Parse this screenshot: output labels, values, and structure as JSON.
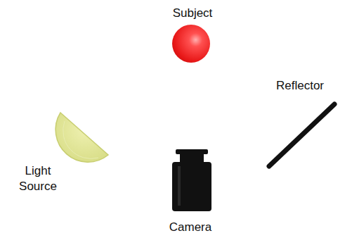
{
  "diagram": {
    "labels": [
      "Subject",
      "Reflector",
      "Light Source",
      "Camera"
    ]
  }
}
